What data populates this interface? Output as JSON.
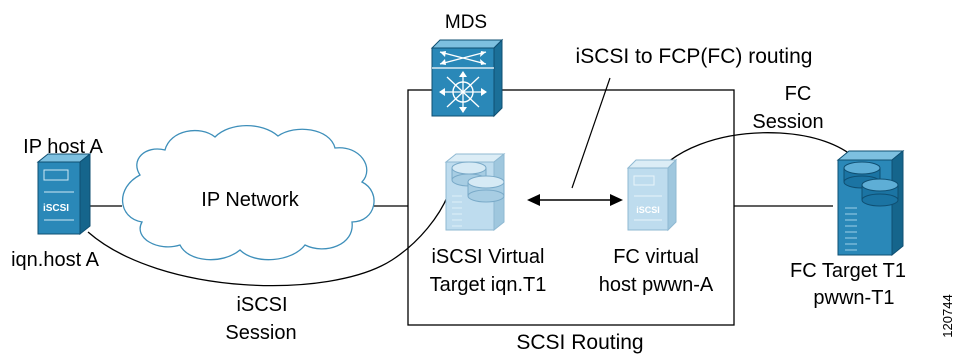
{
  "labels": {
    "mds": "MDS",
    "routing": "iSCSI to FCP(FC) routing",
    "fc_session_line1": "FC",
    "fc_session_line2": "Session",
    "ip_host": "IP host A",
    "ip_network": "IP Network",
    "iqn_host": "iqn.host A",
    "iscsi_session_line1": "iSCSI",
    "iscsi_session_line2": "Session",
    "iscsi_virtual_line1": "iSCSI Virtual",
    "iscsi_virtual_line2": "Target iqn.T1",
    "fc_virtual_line1": "FC virtual",
    "fc_virtual_line2": "host pwwn-A",
    "fc_target_line1": "FC Target T1",
    "fc_target_line2": "pwwn-T1",
    "scsi_routing": "SCSI Routing",
    "figure_id": "120744",
    "host_badge": "iSCSI",
    "virtual_host_badge": "iSCSI"
  },
  "colors": {
    "device_dark": "#1f7fa8",
    "device_mid": "#3f9cc4",
    "device_light": "#a9d3e8",
    "virtual_fill": "#b9d9ec",
    "line": "#000000"
  }
}
